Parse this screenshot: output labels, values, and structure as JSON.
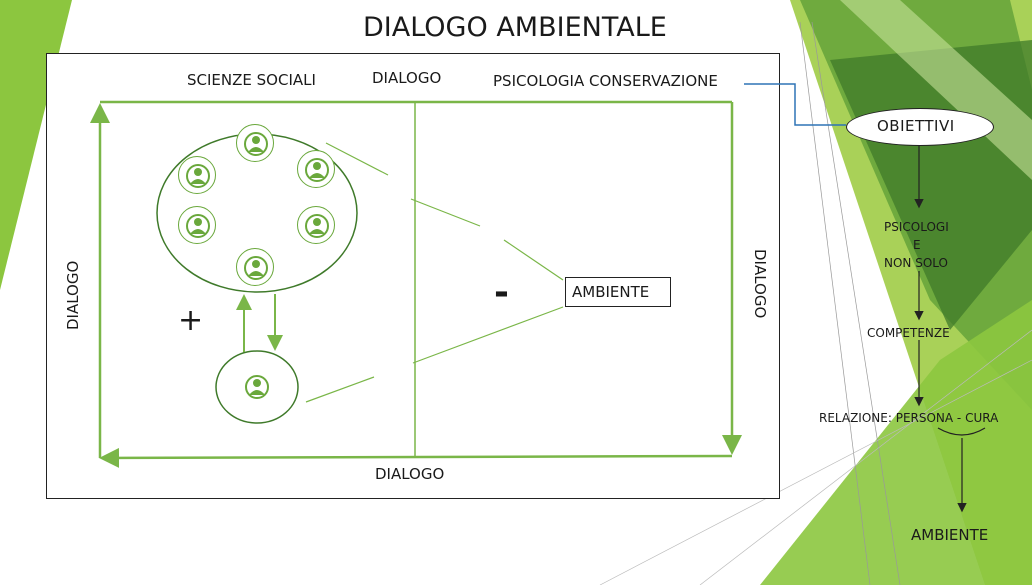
{
  "slide": {
    "title": "DIALOGO AMBIENTALE"
  },
  "diagram": {
    "top_left_label": "SCIENZE SOCIALI",
    "top_center_label": "DIALOGO",
    "top_right_label": "PSICOLOGIA CONSERVAZIONE",
    "bottom_label": "DIALOGO",
    "left_label": "DIALOGO",
    "right_label": "DIALOGO",
    "plus_sign": "+",
    "minus_sign": "-",
    "environment_box": "AMBIENTE"
  },
  "flow": {
    "objectives": "OBIETTIVI",
    "psicologi_line1": "PSICOLOGI",
    "psicologi_line2": "E",
    "psicologi_line3": "NON SOLO",
    "competenze": "COMPETENZE",
    "relazione": "RELAZIONE: PERSONA - CURA",
    "ambiente": "AMBIENTE"
  },
  "icons": {
    "group_people": [
      "person-icon",
      "person-icon",
      "person-icon",
      "person-icon",
      "person-icon",
      "person-icon"
    ],
    "single_person": "person-icon"
  },
  "colors": {
    "accent_green": "#7ab648",
    "dark_green": "#3f7a2a",
    "connector_blue": "#2e74b5"
  }
}
